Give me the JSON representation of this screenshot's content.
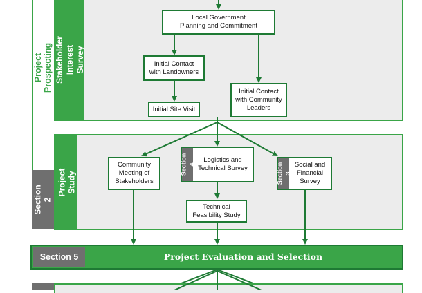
{
  "sidebar": {
    "project_prospecting": "Project Prospecting",
    "stakeholder_survey": "Stakeholder Interest\nSurvey",
    "project_study": "Project Study",
    "section2": "Section 2"
  },
  "boxes": {
    "local_gov": "Local Government\nPlanning and Commitment",
    "contact_landowners": "Initial Contact\nwith Landowners",
    "site_visit": "Initial Site Visit",
    "contact_community": "Initial Contact\nwith Community\nLeaders",
    "community_meeting": "Community\nMeeting of\nStakeholders",
    "logistics": "Logistics and\nTechnical Survey",
    "social_financial": "Social and\nFinancial\nSurvey",
    "technical_feasibility": "Technical\nFeasibility Study"
  },
  "tags": {
    "section4": "Section 4",
    "section3": "Section 3"
  },
  "bottom_bar": {
    "section": "Section 5",
    "title": "Project Evaluation and Selection"
  },
  "colors": {
    "green": "#3aa548",
    "dark_green": "#1e7a34",
    "gray": "#6f6f6f",
    "panel": "#ececec"
  }
}
